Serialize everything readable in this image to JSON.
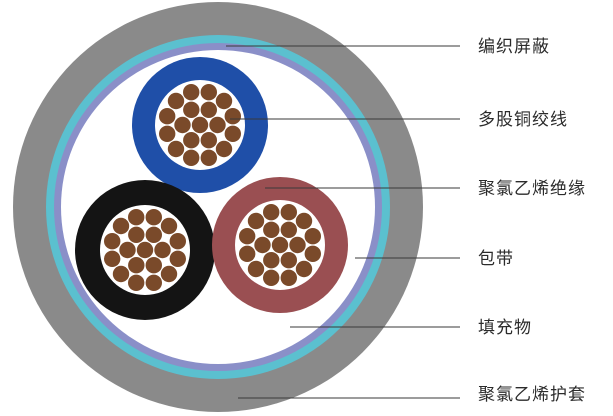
{
  "labels": {
    "shield": "编织屏蔽",
    "conductor": "多股铜绞线",
    "insulation": "聚氯乙烯绝缘",
    "tape": "包带",
    "filler": "填充物",
    "sheath": "聚氯乙烯护套"
  },
  "colors": {
    "sheath": "#8a8a8a",
    "shield": "#5bc0cf",
    "tape": "#8a8fc8",
    "filler": "#ffffff",
    "core_blue": "#1f4fa8",
    "core_black": "#141414",
    "core_red": "#9a4f52",
    "strand": "#7a4a2a",
    "leader_line": "#3a3a3a"
  },
  "cores": [
    {
      "name": "blue-core",
      "color": "core_blue"
    },
    {
      "name": "black-core",
      "color": "core_black"
    },
    {
      "name": "red-core",
      "color": "core_red"
    }
  ]
}
